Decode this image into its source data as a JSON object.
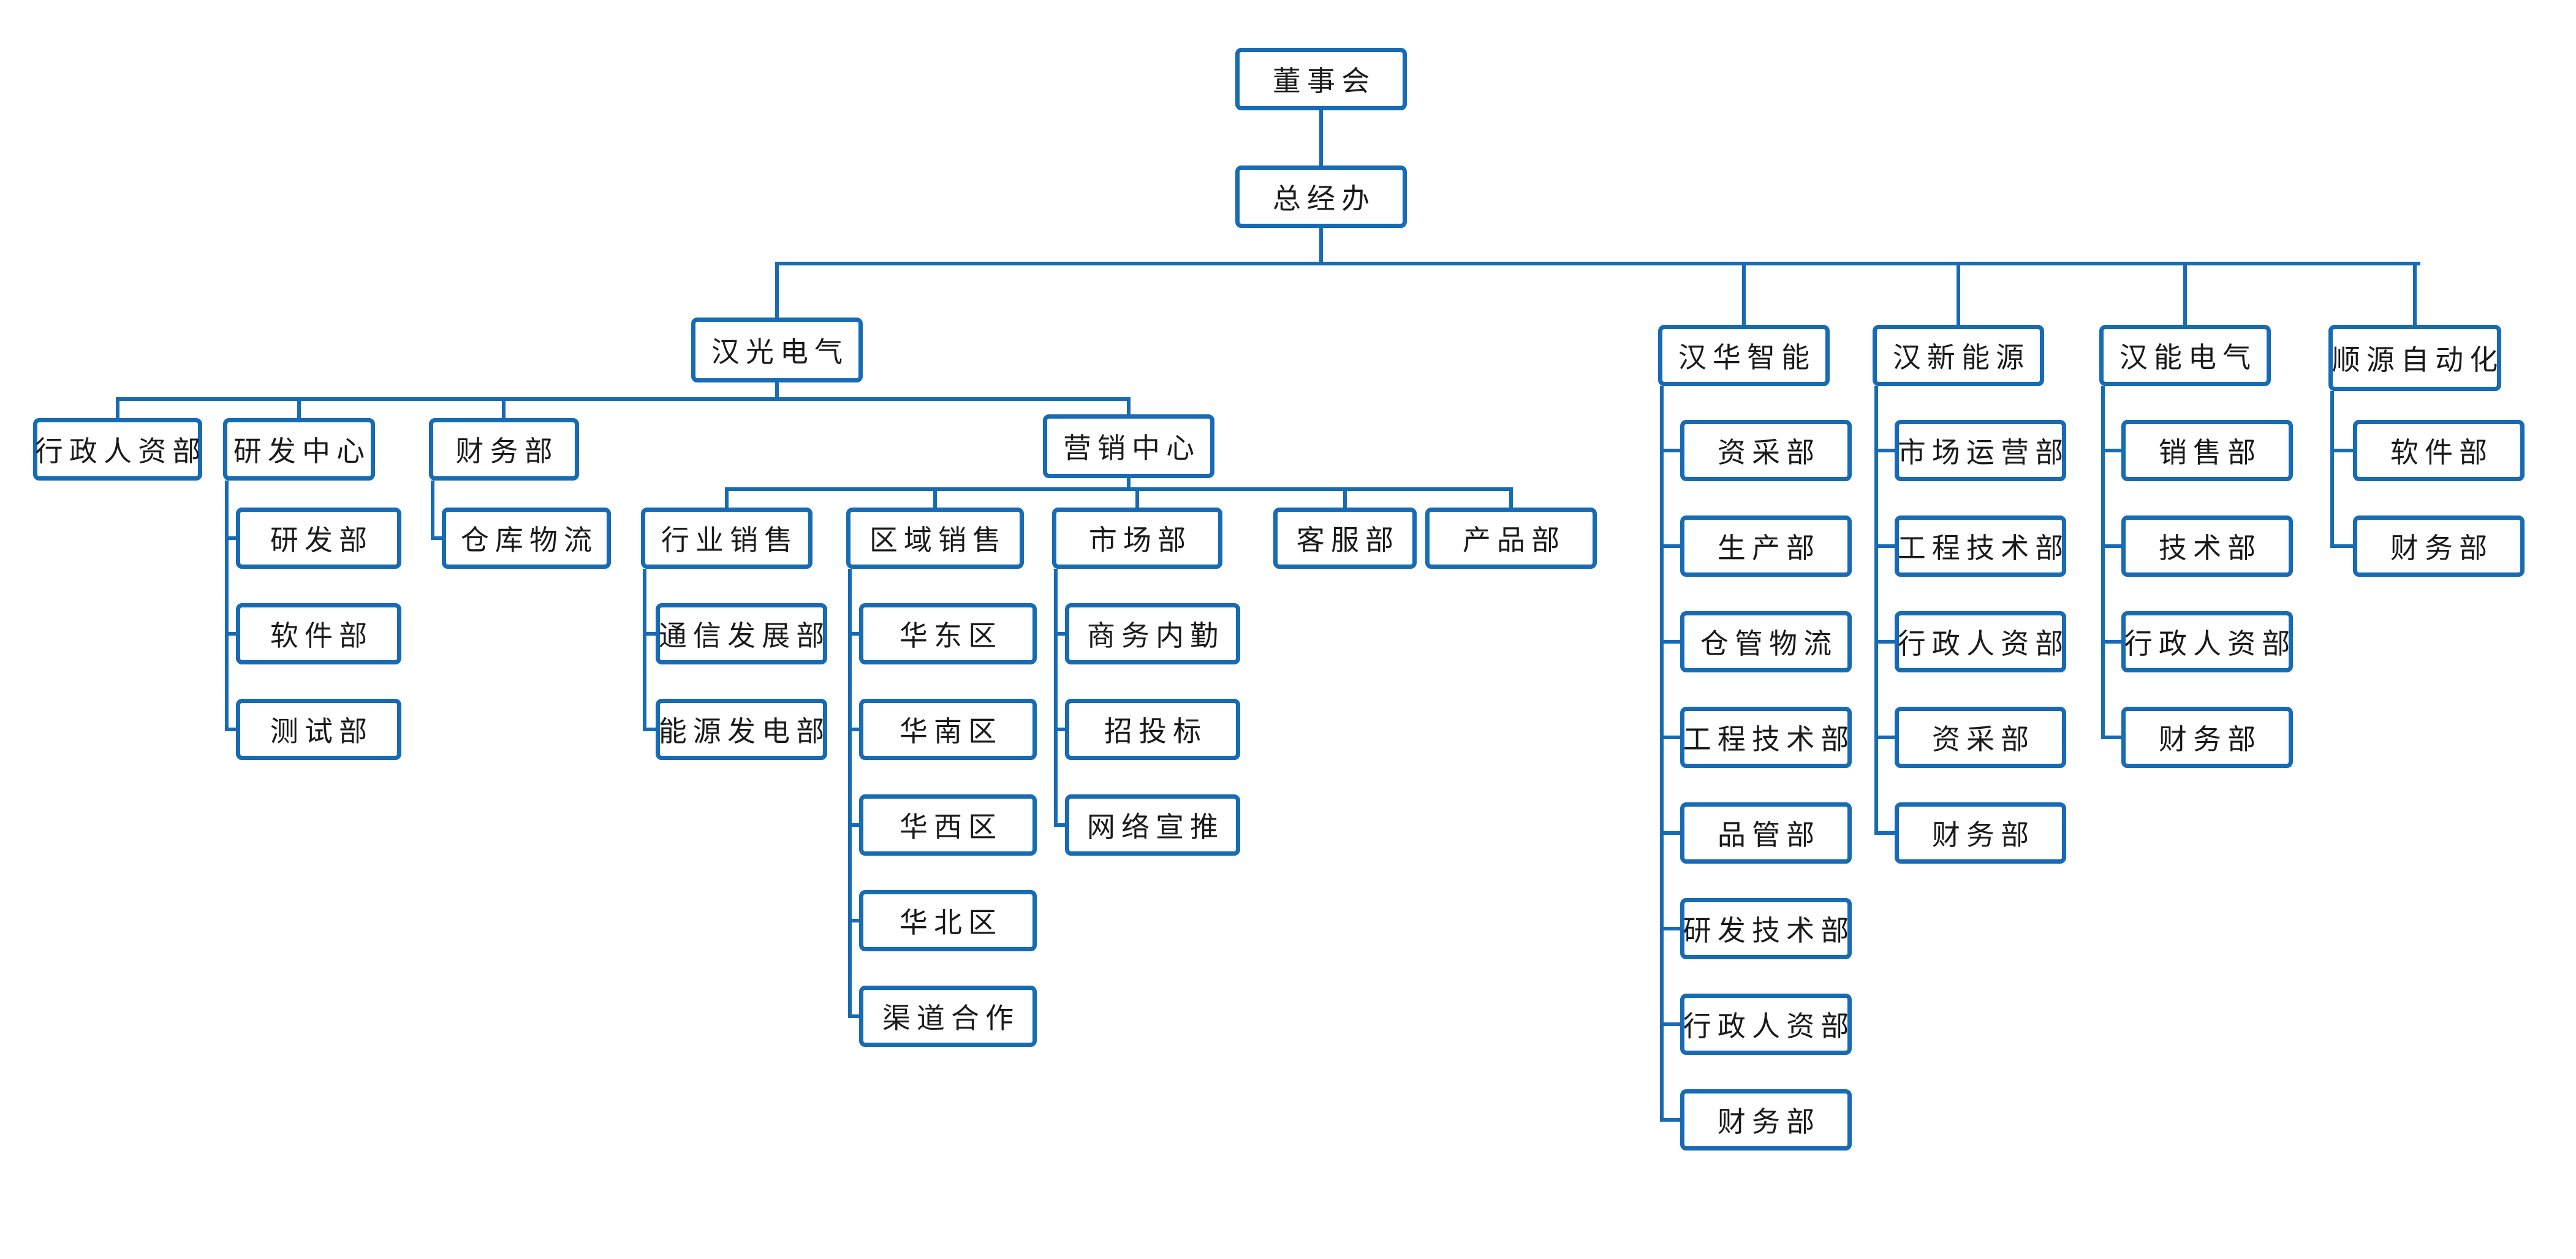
{
  "diagram": {
    "type": "org-chart",
    "colors": {
      "line": "#166bb4",
      "text": "#1a1a1a",
      "background": "#ffffff"
    }
  },
  "nodes": [
    {
      "id": "board",
      "label": "董事会",
      "parent": null
    },
    {
      "id": "gm",
      "label": "总经办",
      "parent": "board"
    },
    {
      "id": "hg",
      "label": "汉光电气",
      "parent": "gm"
    },
    {
      "id": "hh",
      "label": "汉华智能",
      "parent": "gm"
    },
    {
      "id": "hx",
      "label": "汉新能源",
      "parent": "gm"
    },
    {
      "id": "hn",
      "label": "汉能电气",
      "parent": "gm"
    },
    {
      "id": "sy",
      "label": "顺源自动化",
      "parent": "gm"
    },
    {
      "id": "xzrz",
      "label": "行政人资部",
      "parent": "hg"
    },
    {
      "id": "yfzx",
      "label": "研发中心",
      "parent": "hg"
    },
    {
      "id": "cwb",
      "label": "财务部",
      "parent": "hg"
    },
    {
      "id": "yxzx",
      "label": "营销中心",
      "parent": "hg"
    },
    {
      "id": "yfb",
      "label": "研发部",
      "parent": "yfzx"
    },
    {
      "id": "rjb",
      "label": "软件部",
      "parent": "yfzx"
    },
    {
      "id": "csb",
      "label": "测试部",
      "parent": "yfzx"
    },
    {
      "id": "ckwl",
      "label": "仓库物流",
      "parent": "cwb"
    },
    {
      "id": "hyxs",
      "label": "行业销售",
      "parent": "yxzx"
    },
    {
      "id": "qyxs",
      "label": "区域销售",
      "parent": "yxzx"
    },
    {
      "id": "scb",
      "label": "市场部",
      "parent": "yxzx"
    },
    {
      "id": "kfb",
      "label": "客服部",
      "parent": "yxzx"
    },
    {
      "id": "cpb",
      "label": "产品部",
      "parent": "yxzx"
    },
    {
      "id": "txfz",
      "label": "通信发展部",
      "parent": "hyxs"
    },
    {
      "id": "nyfd",
      "label": "能源发电部",
      "parent": "hyxs"
    },
    {
      "id": "hdq",
      "label": "华东区",
      "parent": "qyxs"
    },
    {
      "id": "hnq",
      "label": "华南区",
      "parent": "qyxs"
    },
    {
      "id": "hxq",
      "label": "华西区",
      "parent": "qyxs"
    },
    {
      "id": "hbq",
      "label": "华北区",
      "parent": "qyxs"
    },
    {
      "id": "qdhz",
      "label": "渠道合作",
      "parent": "qyxs"
    },
    {
      "id": "swnq",
      "label": "商务内勤",
      "parent": "scb"
    },
    {
      "id": "ztb",
      "label": "招投标",
      "parent": "scb"
    },
    {
      "id": "wlxt",
      "label": "网络宣推",
      "parent": "scb"
    },
    {
      "id": "hh-zcb",
      "label": "资采部",
      "parent": "hh"
    },
    {
      "id": "hh-scb",
      "label": "生产部",
      "parent": "hh"
    },
    {
      "id": "hh-cgwl",
      "label": "仓管物流",
      "parent": "hh"
    },
    {
      "id": "hh-gcjs",
      "label": "工程技术部",
      "parent": "hh"
    },
    {
      "id": "hh-pgb",
      "label": "品管部",
      "parent": "hh"
    },
    {
      "id": "hh-yfjs",
      "label": "研发技术部",
      "parent": "hh"
    },
    {
      "id": "hh-xzrz",
      "label": "行政人资部",
      "parent": "hh"
    },
    {
      "id": "hh-cwb",
      "label": "财务部",
      "parent": "hh"
    },
    {
      "id": "hx-scyy",
      "label": "市场运营部",
      "parent": "hx"
    },
    {
      "id": "hx-gcjs",
      "label": "工程技术部",
      "parent": "hx"
    },
    {
      "id": "hx-xzrz",
      "label": "行政人资部",
      "parent": "hx"
    },
    {
      "id": "hx-zcb",
      "label": "资采部",
      "parent": "hx"
    },
    {
      "id": "hx-cwb",
      "label": "财务部",
      "parent": "hx"
    },
    {
      "id": "hn-xsb",
      "label": "销售部",
      "parent": "hn"
    },
    {
      "id": "hn-jsb",
      "label": "技术部",
      "parent": "hn"
    },
    {
      "id": "hn-xzrz",
      "label": "行政人资部",
      "parent": "hn"
    },
    {
      "id": "hn-cwb",
      "label": "财务部",
      "parent": "hn"
    },
    {
      "id": "sy-rjb",
      "label": "软件部",
      "parent": "sy"
    },
    {
      "id": "sy-cwb",
      "label": "财务部",
      "parent": "sy"
    }
  ]
}
